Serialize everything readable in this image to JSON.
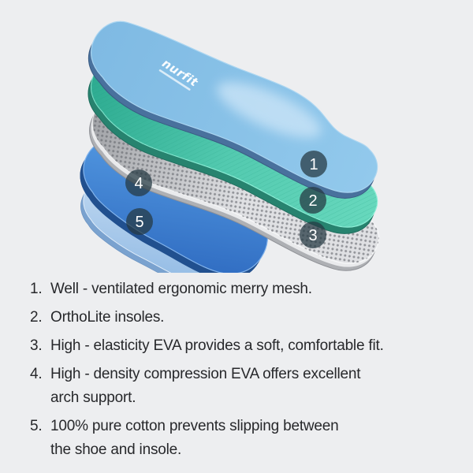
{
  "background_color": "#edeef0",
  "diagram": {
    "brand": "nurfit",
    "callout_color": "#2c3a42",
    "layers": [
      {
        "label": "1",
        "name": "well-ventilated-mesh-top-layer",
        "color": "#8ac1e6"
      },
      {
        "label": "2",
        "name": "ortholite-insole-layer",
        "color": "#54cbb0"
      },
      {
        "label": "3",
        "name": "high-elasticity-eva-layer",
        "color": "#dcdde0"
      },
      {
        "label": "4",
        "name": "high-density-compression-eva-layer",
        "color": "#3f7fd2"
      },
      {
        "label": "5",
        "name": "pure-cotton-layer",
        "color": "#b4d0ec"
      }
    ]
  },
  "list": {
    "text_color": "#27282b",
    "items": [
      {
        "number": "1.",
        "lines": [
          "Well - ventilated ergonomic merry mesh."
        ]
      },
      {
        "number": "2.",
        "lines": [
          "OrthoLite insoles."
        ]
      },
      {
        "number": "3.",
        "lines": [
          "High - elasticity EVA provides a soft, comfortable fit."
        ]
      },
      {
        "number": "4.",
        "lines": [
          "High - density compression EVA offers excellent",
          "arch support."
        ]
      },
      {
        "number": "5.",
        "lines": [
          "100% pure cotton prevents slipping between",
          "the shoe and insole."
        ]
      }
    ]
  }
}
